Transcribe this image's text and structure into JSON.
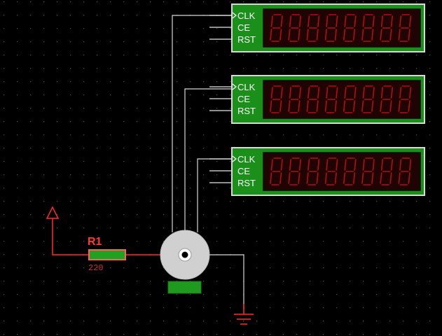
{
  "canvas": {
    "background": "#000000",
    "grid_dot_color": "#4a4a4a",
    "wire_color": "#d8d8d8",
    "red_wire_color": "#ff2a2a"
  },
  "counters": [
    {
      "pins": [
        "CLK",
        "CE",
        "RST"
      ],
      "digits": 8,
      "body_color": "#1a8f1a",
      "display_color": "#200404",
      "segment_color": "#b01010"
    },
    {
      "pins": [
        "CLK",
        "CE",
        "RST"
      ],
      "digits": 8,
      "body_color": "#1a8f1a",
      "display_color": "#200404",
      "segment_color": "#b01010"
    },
    {
      "pins": [
        "CLK",
        "CE",
        "RST"
      ],
      "digits": 8,
      "body_color": "#1a8f1a",
      "display_color": "#200404",
      "segment_color": "#b01010"
    }
  ],
  "resistor": {
    "ref": "R1",
    "value": "220",
    "label_color": "#ff3a3a",
    "value_color": "#cc3333",
    "body_color": "#22a022"
  },
  "power_terminal": {
    "icon": "power-arrow-icon",
    "color": "#ff2a2a"
  },
  "ground_terminal": {
    "icon": "ground-icon",
    "color": "#ff2a2a"
  },
  "rotary_encoder": {
    "icon": "rotary-encoder-icon",
    "body_color": "#d0d0d0",
    "label_color": "#22a022"
  }
}
